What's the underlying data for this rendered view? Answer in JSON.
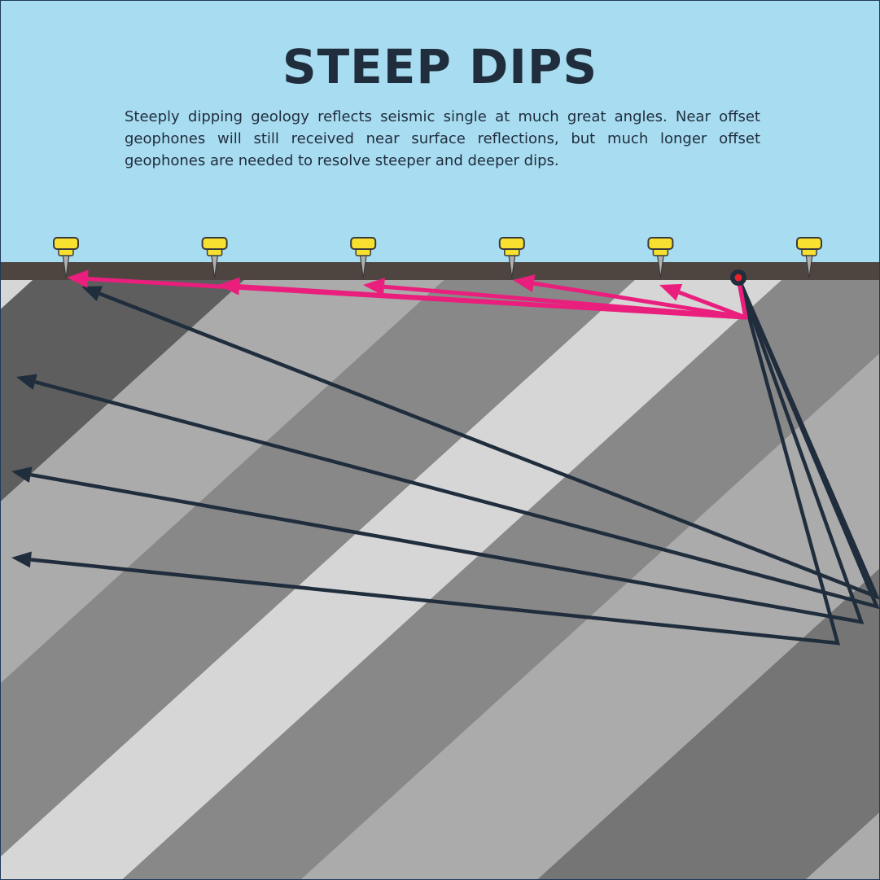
{
  "title": "STEEP DIPS",
  "description": "Steeply dipping geology reflects seismic single at much great angles. Near offset geophones will still received near surface reflections, but much longer offset geophones are needed to resolve steeper and deeper dips.",
  "colors": {
    "sky": "#a8dcf0",
    "ground_surface": "#4f4540",
    "layer_light": "#d6d6d6",
    "layer_mid_light": "#ababab",
    "layer_mid": "#888888",
    "layer_dark": "#5e5e5e",
    "layer_darkest": "#757575",
    "geophone": "#f7e030",
    "geophone_outline": "#3a3a3a",
    "shallow_ray": "#ea1e7d",
    "deep_ray": "#1f2d3d",
    "source": "#e8212b"
  },
  "icons": {
    "geophone": "geophone-icon",
    "source": "shot-source-icon"
  },
  "geophone_count": 6,
  "shallow_ray_count": 5,
  "deep_ray_count": 4
}
